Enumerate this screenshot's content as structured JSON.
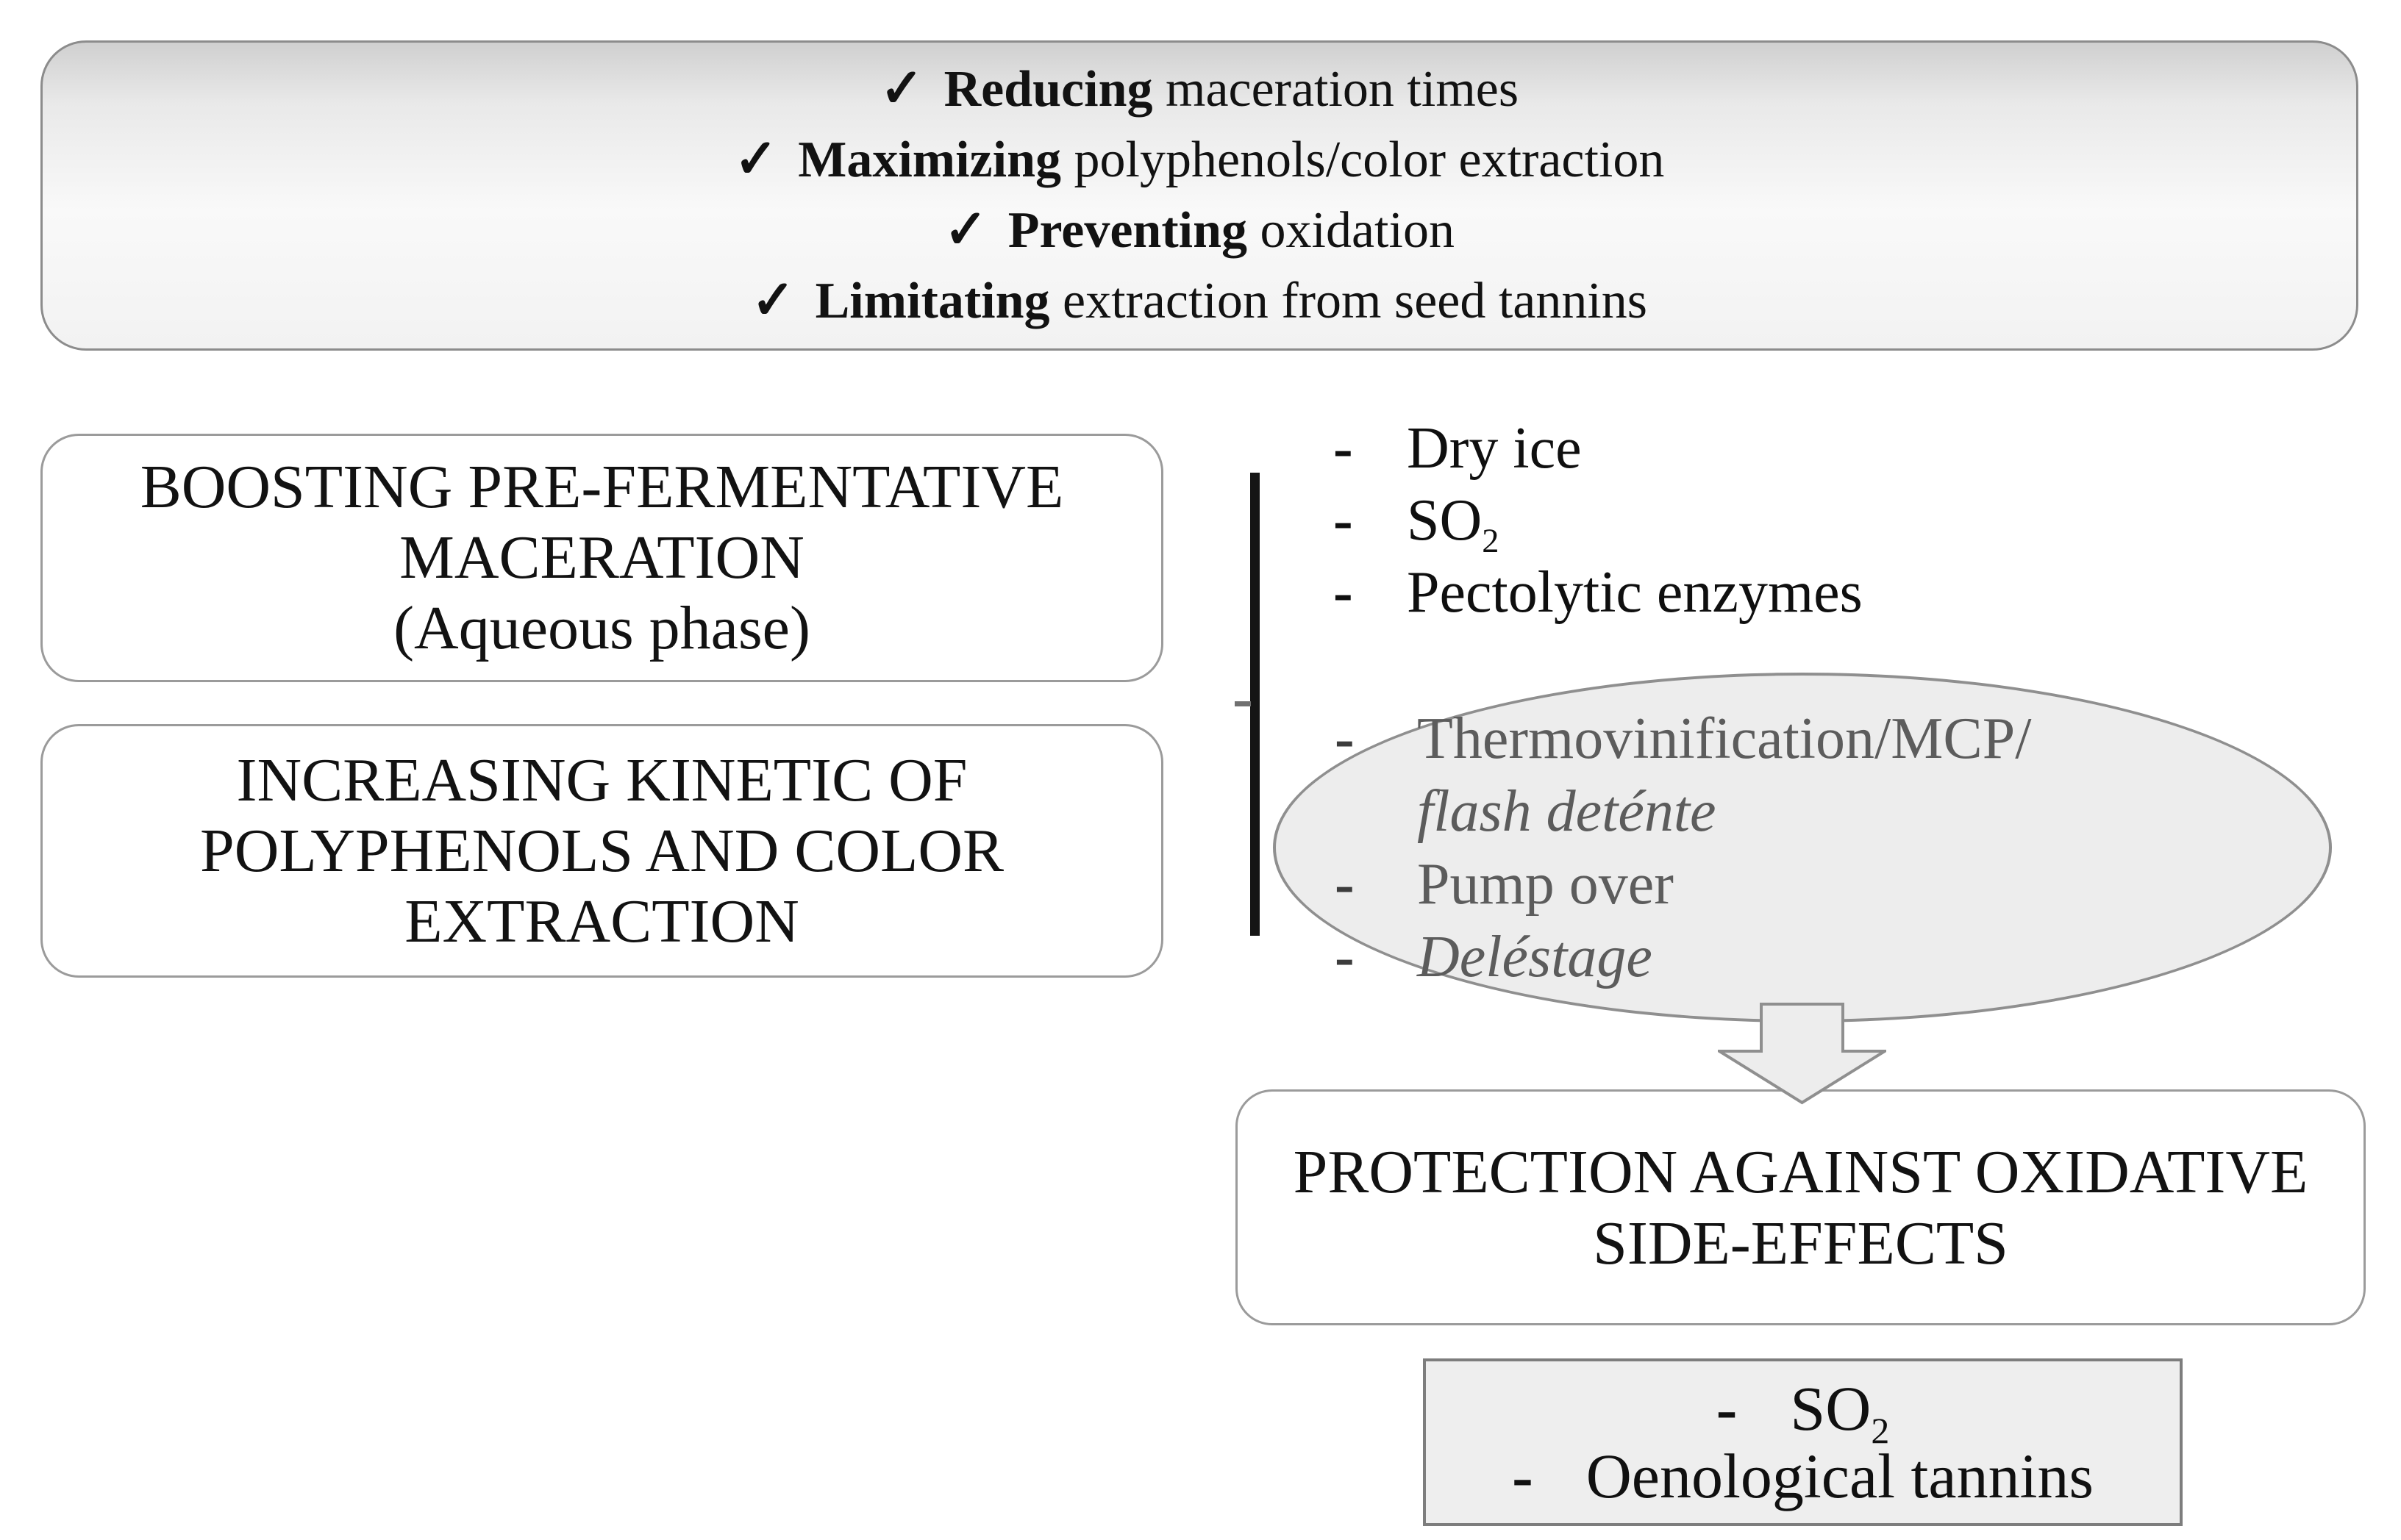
{
  "goals_box": {
    "check_glyph": "✓",
    "items": [
      {
        "bold": "Reducing",
        "rest": " maceration times"
      },
      {
        "bold": "Maximizing",
        "rest": " polyphenols/color extraction"
      },
      {
        "bold": "Preventing",
        "rest": " oxidation"
      },
      {
        "bold": "Limitating",
        "rest": " extraction from seed tannins"
      }
    ]
  },
  "boosting_box": {
    "line1": "BOOSTING PRE-FERMENTATIVE",
    "line2": "MACERATION",
    "line3": "(Aqueous phase)"
  },
  "increasing_box": {
    "line1": "INCREASING KINETIC OF",
    "line2": "POLYPHENOLS AND COLOR",
    "line3": "EXTRACTION"
  },
  "prefermentative_list": {
    "dash_glyph": "-",
    "items": [
      {
        "text": "Dry ice",
        "sub": ""
      },
      {
        "text": "SO",
        "sub": "2"
      },
      {
        "text": "Pectolytic enzymes",
        "sub": ""
      }
    ]
  },
  "fermentative_ellipse": {
    "dash_glyph": "-",
    "items": [
      {
        "text": "Thermovinification/MCP/"
      },
      {
        "text": "flash deténte"
      },
      {
        "text": "Pump over"
      },
      {
        "text": "Deléstage"
      }
    ]
  },
  "protection_box": {
    "line1": "PROTECTION AGAINST OXIDATIVE",
    "line2": "SIDE-EFFECTS"
  },
  "protection_list": {
    "dash_glyph": "-",
    "items": [
      {
        "text": "SO",
        "sub": "2"
      },
      {
        "text": "Oenological tannins",
        "sub": ""
      }
    ]
  },
  "colors": {
    "panel_border": "#8c8c8c",
    "box_border": "#9b9b9b",
    "shape_fill": "#ededed",
    "shape_border": "#8f8f8f",
    "connector": "#151515",
    "text_primary": "#121212",
    "text_muted": "#5c5c5c"
  }
}
